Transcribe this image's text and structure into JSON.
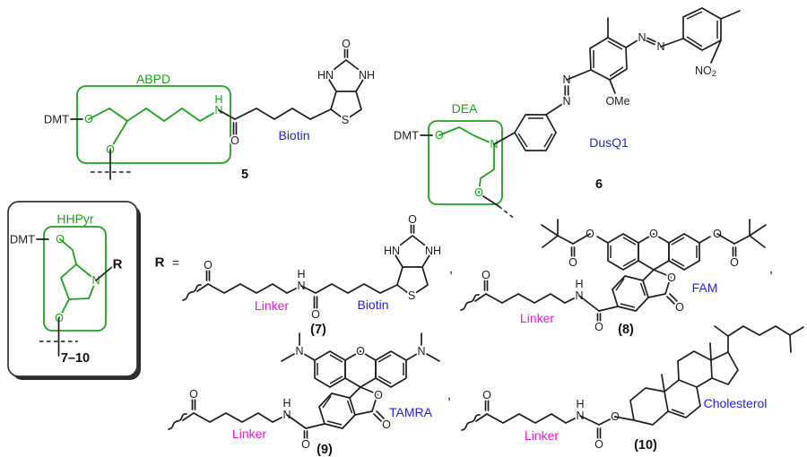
{
  "figure": {
    "description": "Chemical structures of modified building blocks 5, 6 and 7-10 with ABPD, DEA and HHPyr scaffolds bearing Biotin, DusQ1, FAM, TAMRA and Cholesterol payloads"
  },
  "colors": {
    "green": "#1fa01f",
    "blue": "#2323dc",
    "magenta": "#ee14d8",
    "ink": "#1e1e1e",
    "frame": "#333333"
  },
  "atoms": {
    "O": "O",
    "N": "N",
    "H": "H",
    "S": "S",
    "HN": "HN",
    "NH": "NH",
    "OMe": "OMe",
    "NO2_base": "NO",
    "NO2_sub": "2"
  },
  "compound5": {
    "moiety": "ABPD",
    "dmt": "DMT",
    "dye": "Biotin",
    "number": "5"
  },
  "compound6": {
    "moiety": "DEA",
    "dmt": "DMT",
    "dye": "DusQ1",
    "number": "6"
  },
  "scaffold": {
    "moiety": "HHPyr",
    "dmt": "DMT",
    "r_substituent": "R",
    "number_range": "7–10"
  },
  "r_definition": {
    "r": "R",
    "equals": "="
  },
  "compound7": {
    "linker": "Linker",
    "dye": "Biotin",
    "number": "(7)",
    "separator": ","
  },
  "compound8": {
    "linker": "Linker",
    "dye": "FAM",
    "number": "(8)",
    "separator": ","
  },
  "compound9": {
    "linker": "Linker",
    "dye": "TAMRA",
    "number": "(9)",
    "separator": ","
  },
  "compound10": {
    "linker": "Linker",
    "dye": "Cholesterol",
    "number": "(10)"
  }
}
